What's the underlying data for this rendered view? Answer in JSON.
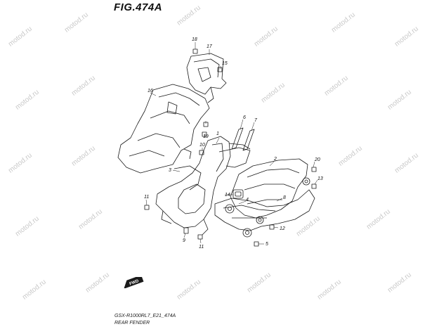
{
  "title": "FIG.474A",
  "watermark": "motod.ru",
  "caption": {
    "model": "GSX-R1000RL7_E21_474A",
    "name": "REAR FENDER"
  },
  "fwd_label": "FWD",
  "callouts": [
    {
      "id": "c1",
      "label": "1"
    },
    {
      "id": "c2",
      "label": "2"
    },
    {
      "id": "c3",
      "label": "3"
    },
    {
      "id": "c4",
      "label": "4"
    },
    {
      "id": "c5",
      "label": "5"
    },
    {
      "id": "c6",
      "label": "6"
    },
    {
      "id": "c7",
      "label": "7"
    },
    {
      "id": "c8",
      "label": "8"
    },
    {
      "id": "c9",
      "label": "9"
    },
    {
      "id": "c10",
      "label": "10"
    },
    {
      "id": "c11a",
      "label": "11"
    },
    {
      "id": "c11b",
      "label": "11"
    },
    {
      "id": "c12",
      "label": "12"
    },
    {
      "id": "c13",
      "label": "13"
    },
    {
      "id": "c14",
      "label": "14"
    },
    {
      "id": "c15",
      "label": "15"
    },
    {
      "id": "c16",
      "label": "16"
    },
    {
      "id": "c17",
      "label": "17"
    },
    {
      "id": "c18",
      "label": "18"
    },
    {
      "id": "c19",
      "label": "19"
    },
    {
      "id": "c20",
      "label": "20"
    }
  ],
  "colors": {
    "line": "#1a1a1a",
    "watermark": "#c9c9c9",
    "background": "#ffffff"
  }
}
